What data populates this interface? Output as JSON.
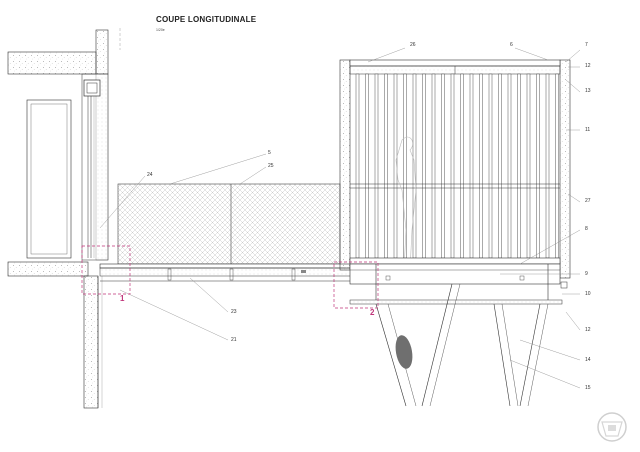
{
  "drawing": {
    "title": "COUPE LONGITUDINALE",
    "scale": "1/20e"
  },
  "callouts": [
    {
      "id": "26",
      "label": "26"
    },
    {
      "id": "6",
      "label": "6"
    },
    {
      "id": "7",
      "label": "7"
    },
    {
      "id": "12a",
      "label": "12"
    },
    {
      "id": "13",
      "label": "13"
    },
    {
      "id": "11",
      "label": "11"
    },
    {
      "id": "27",
      "label": "27"
    },
    {
      "id": "8",
      "label": "8"
    },
    {
      "id": "9",
      "label": "9"
    },
    {
      "id": "10",
      "label": "10"
    },
    {
      "id": "12b",
      "label": "12"
    },
    {
      "id": "14",
      "label": "14"
    },
    {
      "id": "15",
      "label": "15"
    },
    {
      "id": "5",
      "label": "5"
    },
    {
      "id": "25",
      "label": "25"
    },
    {
      "id": "24",
      "label": "24"
    },
    {
      "id": "23",
      "label": "23"
    },
    {
      "id": "21",
      "label": "21"
    }
  ],
  "details": [
    {
      "id": "1",
      "label": "1"
    },
    {
      "id": "2",
      "label": "2"
    }
  ],
  "colors": {
    "line": "#333333",
    "light_line": "#9a9a9a",
    "detail_marker": "#c0357a",
    "hatch": "#b5b5b5",
    "insulation_dot": "#c8c8c8"
  }
}
